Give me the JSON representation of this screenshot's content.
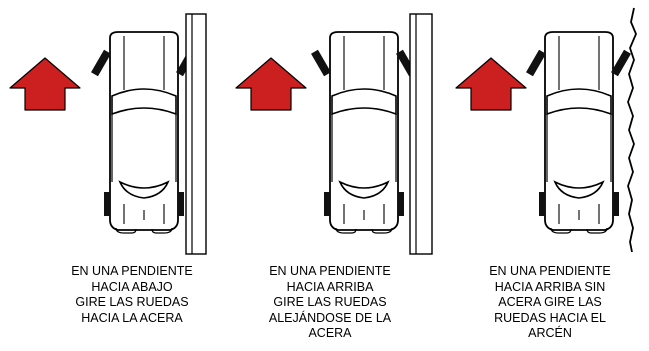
{
  "colors": {
    "arrow_fill": "#cc1f1f",
    "tire": "#111111",
    "curb_line": "#000000",
    "background": "#ffffff"
  },
  "panels": [
    {
      "caption": "EN UNA PENDIENTE\nHACIA ABAJO\nGIRE LAS RUEDAS\nHACIA LA ACERA",
      "arrow_icon": "up-arrow-icon",
      "edge_type": "curb",
      "wheel_turn": "toward-curb"
    },
    {
      "caption": "EN UNA PENDIENTE\nHACIA ARRIBA\nGIRE LAS RUEDAS\nALEJÁNDOSE DE LA\nACERA",
      "arrow_icon": "up-arrow-icon",
      "edge_type": "curb",
      "wheel_turn": "away-from-curb"
    },
    {
      "caption": "EN UNA PENDIENTE\nHACIA ARRIBA SIN\nACERA GIRE LAS\nRUEDAS HACIA EL\nARCÉN",
      "arrow_icon": "up-arrow-icon",
      "edge_type": "road-shoulder",
      "wheel_turn": "toward-shoulder"
    }
  ]
}
